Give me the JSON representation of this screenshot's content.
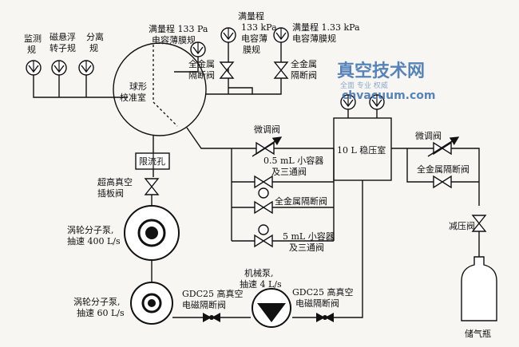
{
  "labels": {
    "monitor_gauge": [
      "监测",
      "规"
    ],
    "spinning_rotor_gauge": [
      "磁悬浮",
      "转子规"
    ],
    "separation_gauge": [
      "分离",
      "规"
    ],
    "cdg_133pa": [
      "满量程 133 Pa",
      "电容薄膜规"
    ],
    "cdg_133kpa": [
      "满量程",
      "133 kPa",
      "电容薄",
      "膜规"
    ],
    "cdg_1_33kpa": [
      "满量程 1.33 kPa",
      "电容薄膜规"
    ],
    "metal_valve_1": [
      "全金属",
      "隔断阀"
    ],
    "metal_valve_2": [
      "全金属",
      "隔断阀"
    ],
    "spherical_chamber": [
      "球形",
      "校准室"
    ],
    "limiting_orifice": "限流孔",
    "uhv_gate_valve": [
      "超高真空",
      "插板阀"
    ],
    "fine_valve_left": "微调阀",
    "small_vessel_05": [
      "0.5 mL 小容器",
      "及三通阀"
    ],
    "metal_valve_mid": "全金属隔断阀",
    "small_vessel_5": [
      "5 mL 小容器",
      "及三通阀"
    ],
    "stab_chamber": "10 L 稳压室",
    "fine_valve_right": "微调阀",
    "metal_valve_right": "全金属隔断阀",
    "reducing_valve": "减压阀",
    "gas_cylinder": "储气瓶",
    "turbo_400": [
      "涡轮分子泵,",
      "抽速 400 L/s"
    ],
    "turbo_60": [
      "涡轮分子泵,",
      "抽速 60 L/s"
    ],
    "gdc_valve_left": [
      "GDC25 高真空",
      "电磁隔断阀"
    ],
    "mech_pump": [
      "机械泵,",
      "抽速 4 L/s"
    ],
    "gdc_valve_right": [
      "GDC25 高真空",
      "电磁隔断阀"
    ]
  },
  "watermark": {
    "title": "真空技术网",
    "url": "chvacuum.com",
    "sub": "全面 专业 权威"
  }
}
